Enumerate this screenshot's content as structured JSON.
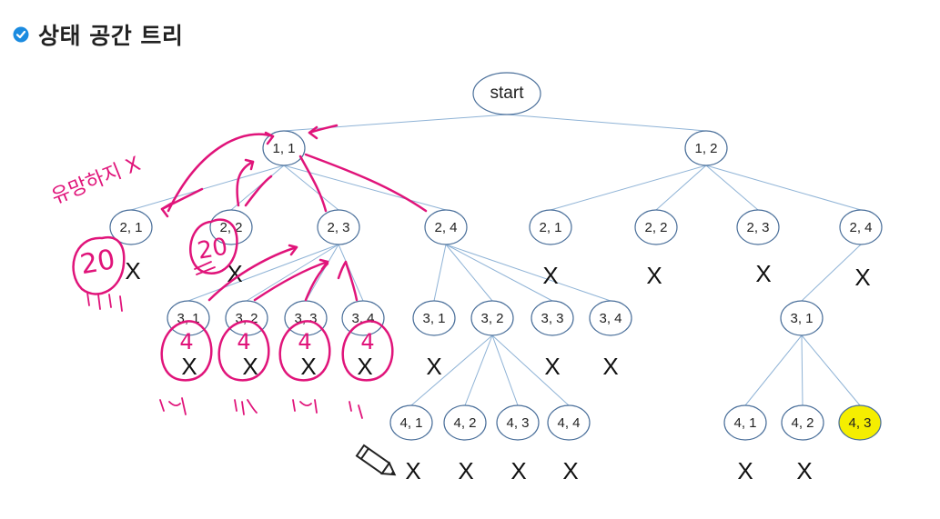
{
  "header": {
    "title": "상태 공간 트리",
    "icon": "check-circle-icon",
    "accent_color": "#1b8be0"
  },
  "tree": {
    "edge_color": "#8fb3d6",
    "node_stroke": "#4a6f9a",
    "node_fill": "#ffffff",
    "highlight_fill": "#f5ee00",
    "nodes": [
      {
        "id": "start",
        "label": "start"
      },
      {
        "id": "n11",
        "label": "1, 1"
      },
      {
        "id": "n12",
        "label": "1, 2"
      },
      {
        "id": "a21",
        "label": "2, 1"
      },
      {
        "id": "a22",
        "label": "2, 2"
      },
      {
        "id": "a23",
        "label": "2, 3"
      },
      {
        "id": "a24",
        "label": "2, 4"
      },
      {
        "id": "b21",
        "label": "2, 1"
      },
      {
        "id": "b22",
        "label": "2, 2"
      },
      {
        "id": "b23",
        "label": "2, 3"
      },
      {
        "id": "b24",
        "label": "2, 4"
      },
      {
        "id": "c31",
        "label": "3, 1"
      },
      {
        "id": "c32",
        "label": "3, 2"
      },
      {
        "id": "c33",
        "label": "3, 3"
      },
      {
        "id": "c34",
        "label": "3, 4"
      },
      {
        "id": "d31",
        "label": "3, 1"
      },
      {
        "id": "d32",
        "label": "3, 2"
      },
      {
        "id": "d33",
        "label": "3, 3"
      },
      {
        "id": "d34",
        "label": "3, 4"
      },
      {
        "id": "e31",
        "label": "3, 1"
      },
      {
        "id": "f41",
        "label": "4, 1"
      },
      {
        "id": "f42",
        "label": "4, 2"
      },
      {
        "id": "f43",
        "label": "4, 3"
      },
      {
        "id": "f44",
        "label": "4, 4"
      },
      {
        "id": "g41",
        "label": "4, 1"
      },
      {
        "id": "g42",
        "label": "4, 2"
      },
      {
        "id": "g43",
        "label": "4, 3",
        "highlight": true
      }
    ],
    "edges": [
      [
        "start",
        "n11"
      ],
      [
        "start",
        "n12"
      ],
      [
        "n11",
        "a21"
      ],
      [
        "n11",
        "a22"
      ],
      [
        "n11",
        "a23"
      ],
      [
        "n11",
        "a24"
      ],
      [
        "n12",
        "b21"
      ],
      [
        "n12",
        "b22"
      ],
      [
        "n12",
        "b23"
      ],
      [
        "n12",
        "b24"
      ],
      [
        "a23",
        "c31"
      ],
      [
        "a23",
        "c32"
      ],
      [
        "a23",
        "c33"
      ],
      [
        "a23",
        "c34"
      ],
      [
        "a24",
        "d31"
      ],
      [
        "a24",
        "d32"
      ],
      [
        "a24",
        "d33"
      ],
      [
        "a24",
        "d34"
      ],
      [
        "b24",
        "e31"
      ],
      [
        "d32",
        "f41"
      ],
      [
        "d32",
        "f42"
      ],
      [
        "d32",
        "f43"
      ],
      [
        "d32",
        "f44"
      ],
      [
        "e31",
        "g41"
      ],
      [
        "e31",
        "g42"
      ],
      [
        "e31",
        "g43"
      ]
    ],
    "prune_mark": "X",
    "pruned": [
      "a21",
      "a22",
      "b21",
      "b22",
      "b23",
      "b24",
      "c31",
      "c32",
      "c33",
      "c34",
      "d31",
      "d33",
      "d34",
      "f41",
      "f42",
      "f43",
      "f44",
      "g41",
      "g42"
    ]
  },
  "annotations": {
    "color": "#e0147a",
    "side_note": "유망하지 X",
    "circled_numbers": [
      "20",
      "20",
      "4",
      "4",
      "4",
      "4"
    ]
  }
}
